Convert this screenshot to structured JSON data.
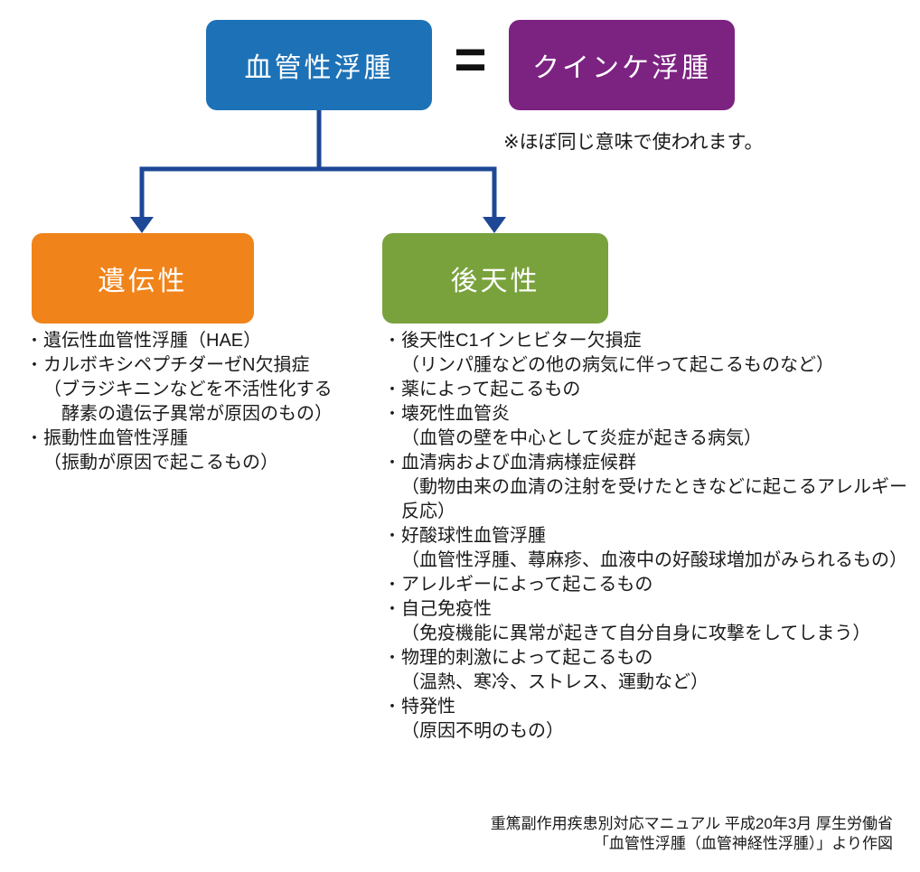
{
  "colors": {
    "root_box": "#1d72b7",
    "synonym_box": "#7c2382",
    "arrow": "#1e4796",
    "equals": "#111111",
    "text": "#1a1a1a"
  },
  "bullet": "・",
  "root": {
    "label": "血管性浮腫"
  },
  "equals_sign": "=",
  "synonym": {
    "label": "クインケ浮腫"
  },
  "note": "※ほぼ同じ意味で使われます。",
  "branches": [
    {
      "label": "遺伝性",
      "color": "#f0831a",
      "items": [
        {
          "main": "遺伝性血管性浮腫（HAE）",
          "sub": ""
        },
        {
          "main": "カルボキシペプチダーゼN欠損症",
          "sub": "（ブラジキニンなどを不活性化する\n　酵素の遺伝子異常が原因のもの）"
        },
        {
          "main": "振動性血管性浮腫",
          "sub": "（振動が原因で起こるもの）"
        }
      ]
    },
    {
      "label": "後天性",
      "color": "#79a23d",
      "items": [
        {
          "main": "後天性C1インヒビター欠損症",
          "sub": "（リンパ腫などの他の病気に伴って起こるものなど）"
        },
        {
          "main": "薬によって起こるもの",
          "sub": ""
        },
        {
          "main": "壊死性血管炎",
          "sub": "（血管の壁を中心として炎症が起きる病気）"
        },
        {
          "main": "血清病および血清病様症候群",
          "sub": "（動物由来の血清の注射を受けたときなどに起こるアレルギー\n反応）"
        },
        {
          "main": "好酸球性血管浮腫",
          "sub": "（血管性浮腫、蕁麻疹、血液中の好酸球増加がみられるもの）"
        },
        {
          "main": "アレルギーによって起こるもの",
          "sub": ""
        },
        {
          "main": "自己免疫性",
          "sub": "（免疫機能に異常が起きて自分自身に攻撃をしてしまう）"
        },
        {
          "main": "物理的刺激によって起こるもの",
          "sub": "（温熱、寒冷、ストレス、運動など）"
        },
        {
          "main": "特発性",
          "sub": "（原因不明のもの）"
        }
      ]
    }
  ],
  "source": "重篤副作用疾患別対応マニュアル 平成20年3月 厚生労働省\n「血管性浮腫（血管神経性浮腫）」より作図"
}
